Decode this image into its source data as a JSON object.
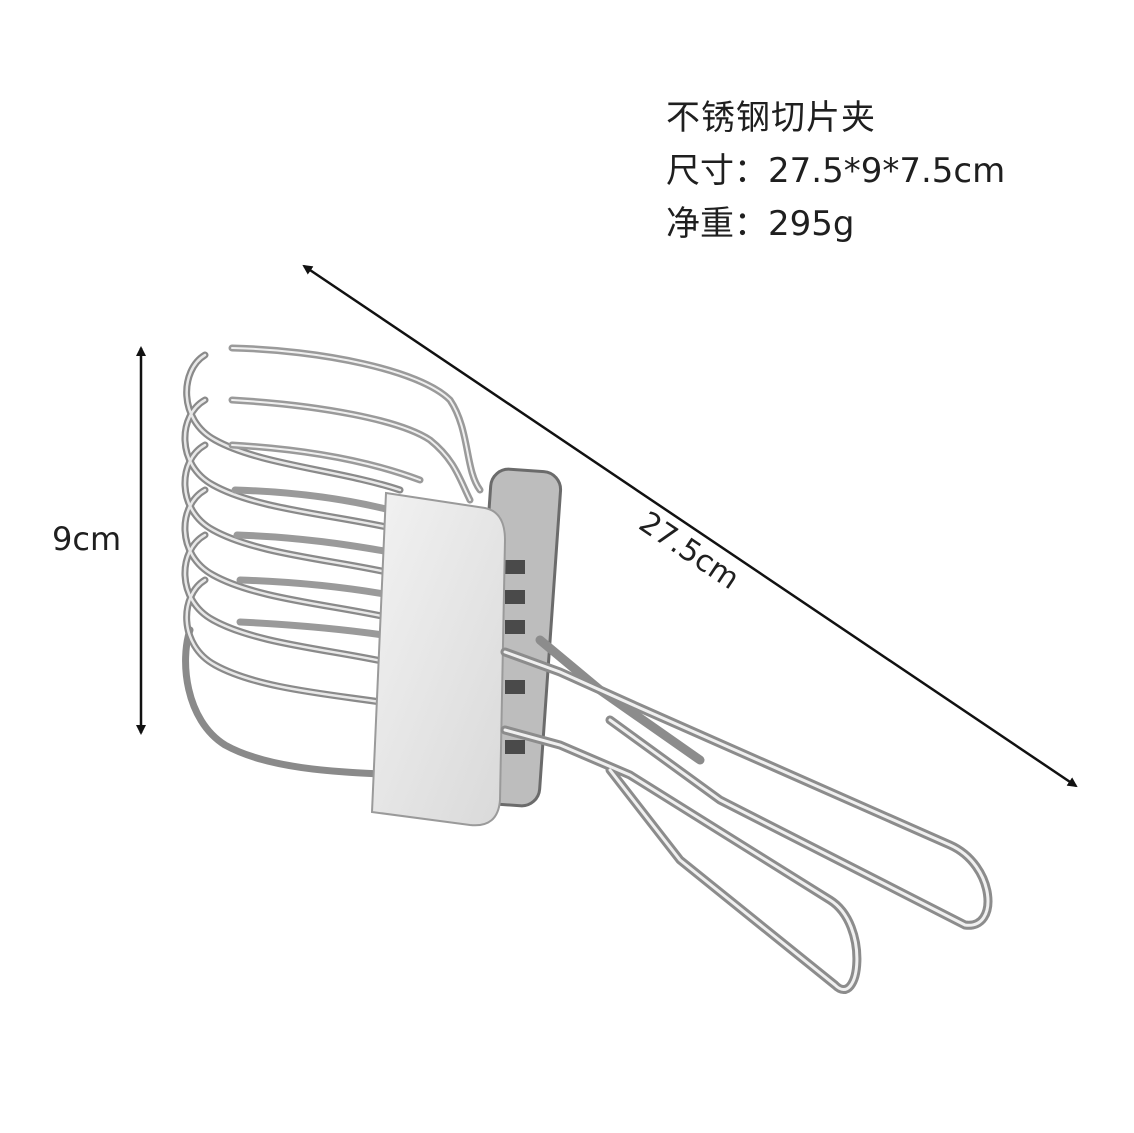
{
  "product": {
    "title": "不锈钢切片夹",
    "size_line": "尺寸：27.5*9*7.5cm",
    "weight_line": "净重：295g"
  },
  "dimensions": {
    "height_label": "9cm",
    "length_label": "27.5cm"
  },
  "colors": {
    "background": "#ffffff",
    "text": "#1f1f1f",
    "arrow": "#111111",
    "steel_light": "#e6e6e6",
    "steel_mid": "#a8a8a8",
    "steel_dark": "#5a5a5a"
  }
}
